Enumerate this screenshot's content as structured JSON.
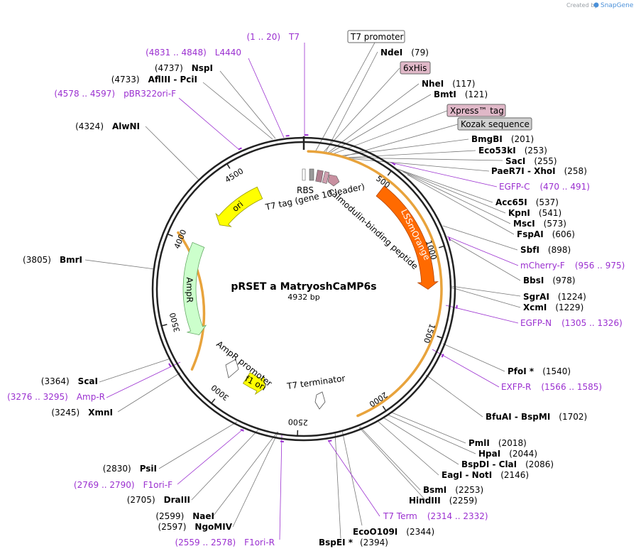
{
  "credit": {
    "created_by": "Created by",
    "brand": "SnapGene"
  },
  "plasmid": {
    "name": "pRSET a MatryoshCaMP6s",
    "length_label": "4932 bp",
    "length": 4932
  },
  "ticks": [
    "500",
    "1000",
    "1500",
    "2000",
    "2500",
    "3000",
    "3500",
    "4000",
    "4500"
  ],
  "tick_values": [
    500,
    1000,
    1500,
    2000,
    2500,
    3000,
    3500,
    4000,
    4500
  ],
  "features": [
    {
      "label": "ori",
      "start": 4210,
      "end": 4595,
      "dir": -1,
      "color": "#ffff00",
      "stroke": "#999900"
    },
    {
      "label": "LSSmOrange",
      "start": 520,
      "end": 1235,
      "dir": 1,
      "color": "#ff6a00",
      "stroke": "#b34400",
      "text_color": "#ffffff"
    },
    {
      "label": "AmpR",
      "start": 3375,
      "end": 4010,
      "dir": -1,
      "color": "#ccffcc",
      "stroke": "#66aa66"
    },
    {
      "label": "f1 ori",
      "start": 2760,
      "end": 2915,
      "dir": -1,
      "color": "#ffff00",
      "stroke": "#999900"
    }
  ],
  "feature_labels": {
    "rbs": "RBS",
    "t7_tag": "T7 tag (gene 10 leader)",
    "calmodulin": "calmodulin-binding peptide",
    "t7_terminator": "T7 terminator",
    "ampr_promoter": "AmpR promoter"
  },
  "boxed_labels": [
    {
      "text": "T7 promoter",
      "fill": "#ffffff"
    },
    {
      "text": "6xHis",
      "fill": "#e0b8c8"
    },
    {
      "text": "Xpress™ tag",
      "fill": "#e0b8c8"
    },
    {
      "text": "Kozak sequence",
      "fill": "#d0d0d0"
    }
  ],
  "sites_right": [
    {
      "name": "NdeI",
      "pos": "(79)"
    },
    {
      "name": "NheI",
      "pos": "(117)"
    },
    {
      "name": "BmtI",
      "pos": "(121)"
    },
    {
      "name": "BmgBI",
      "pos": "(201)"
    },
    {
      "name": "Eco53kI",
      "pos": "(253)"
    },
    {
      "name": "SacI",
      "pos": "(255)"
    },
    {
      "name": "PaeR7I - XhoI",
      "pos": "(258)"
    },
    {
      "name": "Acc65I",
      "pos": "(537)"
    },
    {
      "name": "KpnI",
      "pos": "(541)"
    },
    {
      "name": "MscI",
      "pos": "(573)"
    },
    {
      "name": "FspAI",
      "pos": "(606)"
    },
    {
      "name": "SbfI",
      "pos": "(898)"
    },
    {
      "name": "BbsI",
      "pos": "(978)"
    },
    {
      "name": "SgrAI",
      "pos": "(1224)"
    },
    {
      "name": "XcmI",
      "pos": "(1229)"
    },
    {
      "name": "PfoI *",
      "pos": "(1540)"
    },
    {
      "name": "BfuAI - BspMI",
      "pos": "(1702)"
    },
    {
      "name": "PmlI",
      "pos": "(2018)"
    },
    {
      "name": "HpaI",
      "pos": "(2044)"
    },
    {
      "name": "BspDI - ClaI",
      "pos": "(2086)"
    },
    {
      "name": "EagI - NotI",
      "pos": "(2146)"
    },
    {
      "name": "BsmI",
      "pos": "(2253)"
    },
    {
      "name": "HindIII",
      "pos": "(2259)"
    },
    {
      "name": "EcoO109I",
      "pos": "(2344)"
    },
    {
      "name": "BspEI *",
      "pos": "(2394)"
    }
  ],
  "sites_left": [
    {
      "name": "NspI",
      "pos": "(4737)"
    },
    {
      "name": "AflIII - PciI",
      "pos": "(4733)"
    },
    {
      "name": "AlwNI",
      "pos": "(4324)"
    },
    {
      "name": "BmrI",
      "pos": "(3805)"
    },
    {
      "name": "ScaI",
      "pos": "(3364)"
    },
    {
      "name": "XmnI",
      "pos": "(3245)"
    },
    {
      "name": "PsiI",
      "pos": "(2830)"
    },
    {
      "name": "DraIII",
      "pos": "(2705)"
    },
    {
      "name": "NaeI",
      "pos": "(2599)"
    },
    {
      "name": "NgoMIV",
      "pos": "(2597)"
    }
  ],
  "primers": [
    {
      "name": "T7",
      "range": "(1 .. 20)"
    },
    {
      "name": "L4440",
      "range": "(4831 .. 4848)"
    },
    {
      "name": "pBR322ori-F",
      "range": "(4578 .. 4597)"
    },
    {
      "name": "EGFP-C",
      "range": "(470 .. 491)"
    },
    {
      "name": "mCherry-F",
      "range": "(956 .. 975)"
    },
    {
      "name": "EGFP-N",
      "range": "(1305 .. 1326)"
    },
    {
      "name": "EXFP-R",
      "range": "(1566 .. 1585)"
    },
    {
      "name": "T7 Term",
      "range": "(2314 .. 2332)"
    },
    {
      "name": "Amp-R",
      "range": "(3276 .. 3295)"
    },
    {
      "name": "F1ori-F",
      "range": "(2769 .. 2790)"
    },
    {
      "name": "F1ori-R",
      "range": "(2559 .. 2578)"
    }
  ],
  "colors": {
    "primer": "#9b30d0",
    "backbone": "#222222",
    "orf": "#e8a33c"
  }
}
